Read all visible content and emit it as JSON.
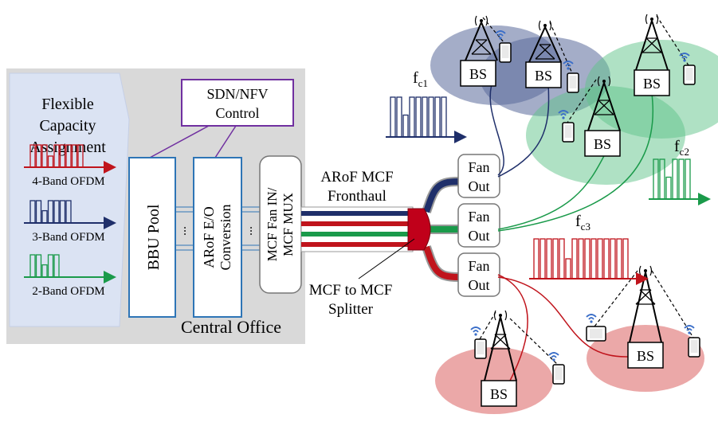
{
  "central_office": {
    "label": "Central Office",
    "assignment_title": [
      "Flexible",
      "Capacity",
      "Assignment"
    ],
    "ofdm": [
      {
        "label": "4-Band OFDM",
        "color": "#c0141c",
        "bars": [
          1,
          1,
          1,
          0.5,
          1,
          1,
          1,
          1,
          1
        ]
      },
      {
        "label": "3-Band OFDM",
        "color": "#1f2f6a",
        "bars": [
          1,
          1,
          0.55,
          1,
          1,
          1,
          1
        ]
      },
      {
        "label": "2-Band OFDM",
        "color": "#1a9a4a",
        "bars": [
          1,
          1,
          0.55,
          1,
          1
        ]
      }
    ],
    "sdn_label": [
      "SDN/NFV",
      "Control"
    ],
    "bbu_label": "BBU Pool",
    "eo_label": [
      "ARoF E/O",
      "Conversion"
    ],
    "mux_label": [
      "MCF Fan IN/",
      "MCF MUX"
    ],
    "dots": "..."
  },
  "fronthaul": {
    "label": [
      "ARoF MCF",
      "Fronthaul"
    ],
    "splitter_label": [
      "MCF to MCF",
      "Splitter"
    ],
    "cores": [
      "#1f2f6a",
      "#c0141c",
      "#1a9a4a",
      "#c0141c"
    ]
  },
  "fanouts": [
    {
      "label": [
        "Fan",
        "Out"
      ]
    },
    {
      "label": [
        "Fan",
        "Out"
      ]
    },
    {
      "label": [
        "Fan",
        "Out"
      ]
    }
  ],
  "spectra": [
    {
      "label": "f",
      "sub": "c1",
      "color": "#1f2f6a"
    },
    {
      "label": "f",
      "sub": "c2",
      "color": "#1a9a4a"
    },
    {
      "label": "f",
      "sub": "c3",
      "color": "#c0141c"
    }
  ],
  "bs_label": "BS",
  "colors": {
    "blue_cell": "#5a6a9a",
    "green_cell": "#5fc48a",
    "red_cell": "#e07a7a",
    "co_bg": "#d9d9d9",
    "assign_bg": "#dbe3f3",
    "sdn_border": "#7030a0",
    "box_border": "#2e75b6",
    "wifi": "#3a6ec8"
  }
}
